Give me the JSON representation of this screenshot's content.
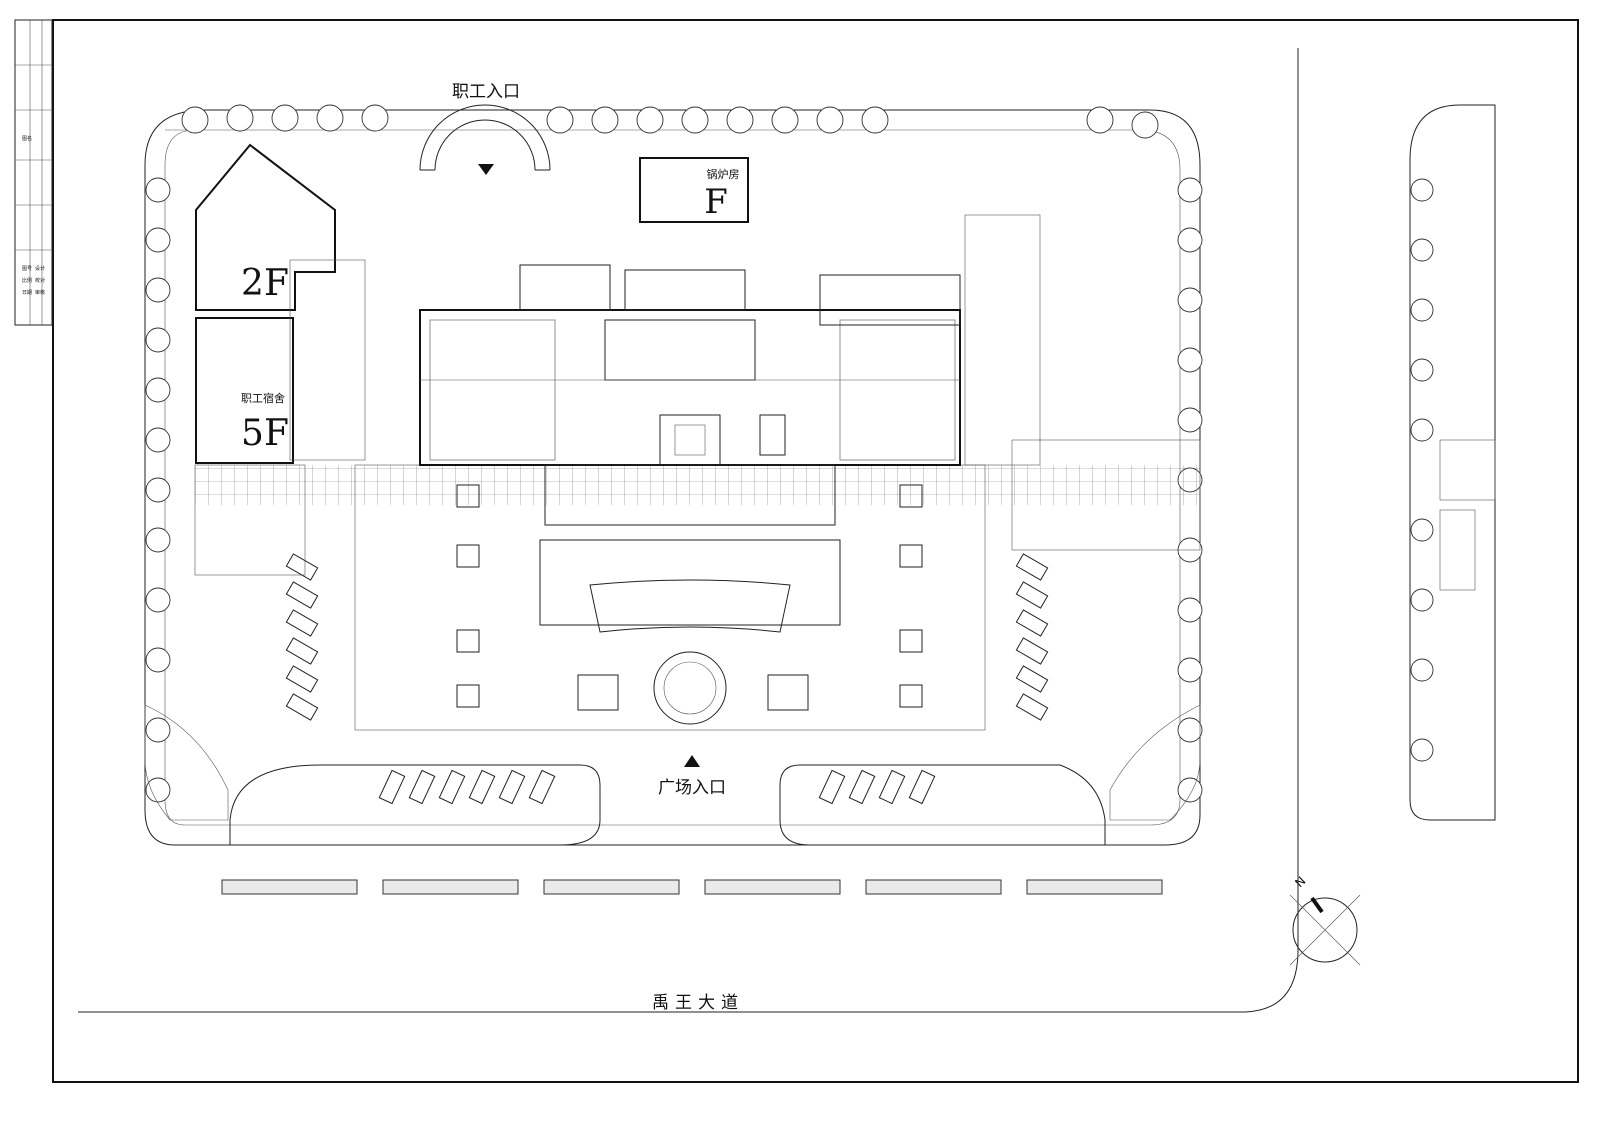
{
  "labels": {
    "staff_entrance": "职工入口",
    "plaza_entrance": "广场入口",
    "boiler_room": "锅炉房",
    "boiler_floor": "F",
    "dorm": "职工宿舍",
    "building_2f": "2F",
    "building_5f": "5F",
    "road": "禹王大道",
    "north": "N"
  },
  "title_block": [
    "图名",
    "图号",
    "比例",
    "日期",
    "设计",
    "校对",
    "审核"
  ]
}
